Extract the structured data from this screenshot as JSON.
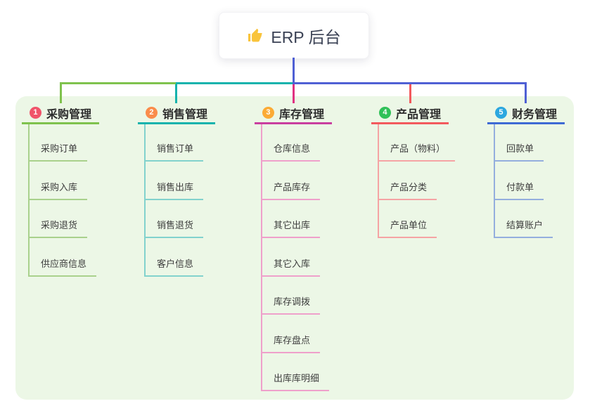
{
  "canvas": {
    "bg": "#ffffff",
    "panel_bg": "#ecf7e6"
  },
  "root": {
    "label": "ERP 后台",
    "icon": "thumbs-up-icon",
    "icon_color": "#f9c43c",
    "text_color": "#3a4154",
    "connector_color": "#4f60d4"
  },
  "branches": [
    {
      "index": "1",
      "label": "采购管理",
      "badge_color": "#f0546a",
      "line_color": "#7fc24d",
      "drop_color": "#7fc24d",
      "child_line_color": "#a9d18c",
      "children": [
        "采购订单",
        "采购入库",
        "采购退货",
        "供应商信息"
      ]
    },
    {
      "index": "2",
      "label": "销售管理",
      "badge_color": "#fa8c4b",
      "line_color": "#16b3ad",
      "drop_color": "#16b3ad",
      "child_line_color": "#82d2cd",
      "children": [
        "销售订单",
        "销售出库",
        "销售退货",
        "客户信息"
      ]
    },
    {
      "index": "3",
      "label": "库存管理",
      "badge_color": "#fbab35",
      "line_color": "#c93f9f",
      "drop_color": "#e03182",
      "child_line_color": "#efa0cb",
      "children": [
        "仓库信息",
        "产品库存",
        "其它出库",
        "其它入库",
        "库存调拨",
        "库存盘点",
        "出库库明细"
      ]
    },
    {
      "index": "4",
      "label": "产品管理",
      "badge_color": "#30c158",
      "line_color": "#f25a5d",
      "drop_color": "#f25a5d",
      "child_line_color": "#f5a3a4",
      "children": [
        "产品（物料）",
        "产品分类",
        "产品单位"
      ]
    },
    {
      "index": "5",
      "label": "财务管理",
      "badge_color": "#2ca7df",
      "line_color": "#3e6ad4",
      "drop_color": "#4f60d4",
      "child_line_color": "#94aede",
      "children": [
        "回款单",
        "付款单",
        "结算账户"
      ]
    }
  ]
}
